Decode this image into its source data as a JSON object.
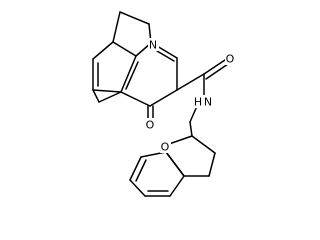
{
  "molecule": {
    "atoms": {
      "n_ring": "N",
      "o_ketone": "O",
      "o_amide": "O",
      "n_amide": "N",
      "h_amide": "H",
      "o_furan": "O"
    },
    "colors": {
      "bond": "#000000",
      "label": "#000000",
      "background": "#ffffff"
    }
  }
}
